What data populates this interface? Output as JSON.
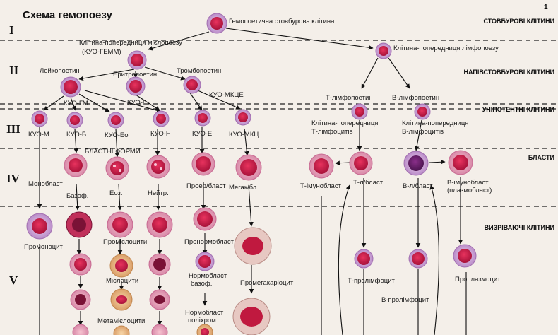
{
  "title": "Схема гемопоезу",
  "page_number": "1",
  "stages": {
    "I": "I",
    "II": "II",
    "III": "III",
    "IV": "IV",
    "V": "V"
  },
  "sections": {
    "stem": "СТОВБУРОВІ КЛІТИНИ",
    "semistem": "НАПІВСТОВБУРОВІ КЛІТИНИ",
    "unipotent": "УНІПОТЕНТНІ КЛІТИНИ",
    "blasts": "БЛАСТИ",
    "maturing": "ВИЗРІВАЮЧІ КЛІТИНИ"
  },
  "labels": {
    "hsc": "Гемопоетична стовбурова клітина",
    "myelo1": "Клітина-попередниця мієлопоезу",
    "myelo2": "(КУО-ГЕММ)",
    "lympho": "Клітина-попередниця лімфопоезу",
    "leukopoietin": "Лейкопоетин",
    "erythropoietin": "Еритропоетин",
    "thrombopoietin": "Тромбопоетин",
    "kuo_gm": "КУО-ГМ",
    "kuo_g": "КУО-Г",
    "kuo_mkce": "КУО-МКЦЕ",
    "t_lymphopoietin": "Т-лімфопоетин",
    "b_lymphopoietin": "В-лімфопоетин",
    "kuo_m": "КУО-М",
    "kuo_b": "КУО-Б",
    "kuo_eo": "КУО-Ео",
    "kuo_n": "КУО-Н",
    "kuo_e": "КУО-Е",
    "kuo_mkc": "КУО-МКЦ",
    "t_prec1": "Клітина-попередниця",
    "t_prec2": "Т-лімфоцитів",
    "b_prec1": "Клітина-попередниця",
    "b_prec2": "В-лімфоцитів",
    "blast_forms": "БЛАСТНІ ФОРМИ",
    "monoblast": "Монобласт",
    "baso": "Базоф.",
    "eos": "Еоз.",
    "neutr": "Нейтр.",
    "proerythroblast": "Проер/бласт",
    "megakaryoblast": "Мегак/бл.",
    "t_immunoblast": "Т-імунобласт",
    "t_lblast": "Т-л/бласт",
    "b_lblast": "В-л/бласт",
    "b_immuno1": "В-імунобласт",
    "b_immuno2": "(плазмобласт)",
    "promonocyte": "Промоноцит",
    "promyelocytes": "Промієлоцити",
    "pronormoblast": "Пронормобласт",
    "myelocytes": "Мієлоцити",
    "normo_baso1": "Нормобласт",
    "normo_baso2": "базоф.",
    "promegakaryocyte": "Промегакаріоцит",
    "metamyelocytes": "Метамієлоцити",
    "normo_poly1": "Нормобласт",
    "normo_poly2": "поліхром.",
    "t_prolymphocyte": "Т-пролімфоцит",
    "b_prolymphocyte": "В-пролімфоцит",
    "proplasmocyte": "Проплазмоцит"
  }
}
